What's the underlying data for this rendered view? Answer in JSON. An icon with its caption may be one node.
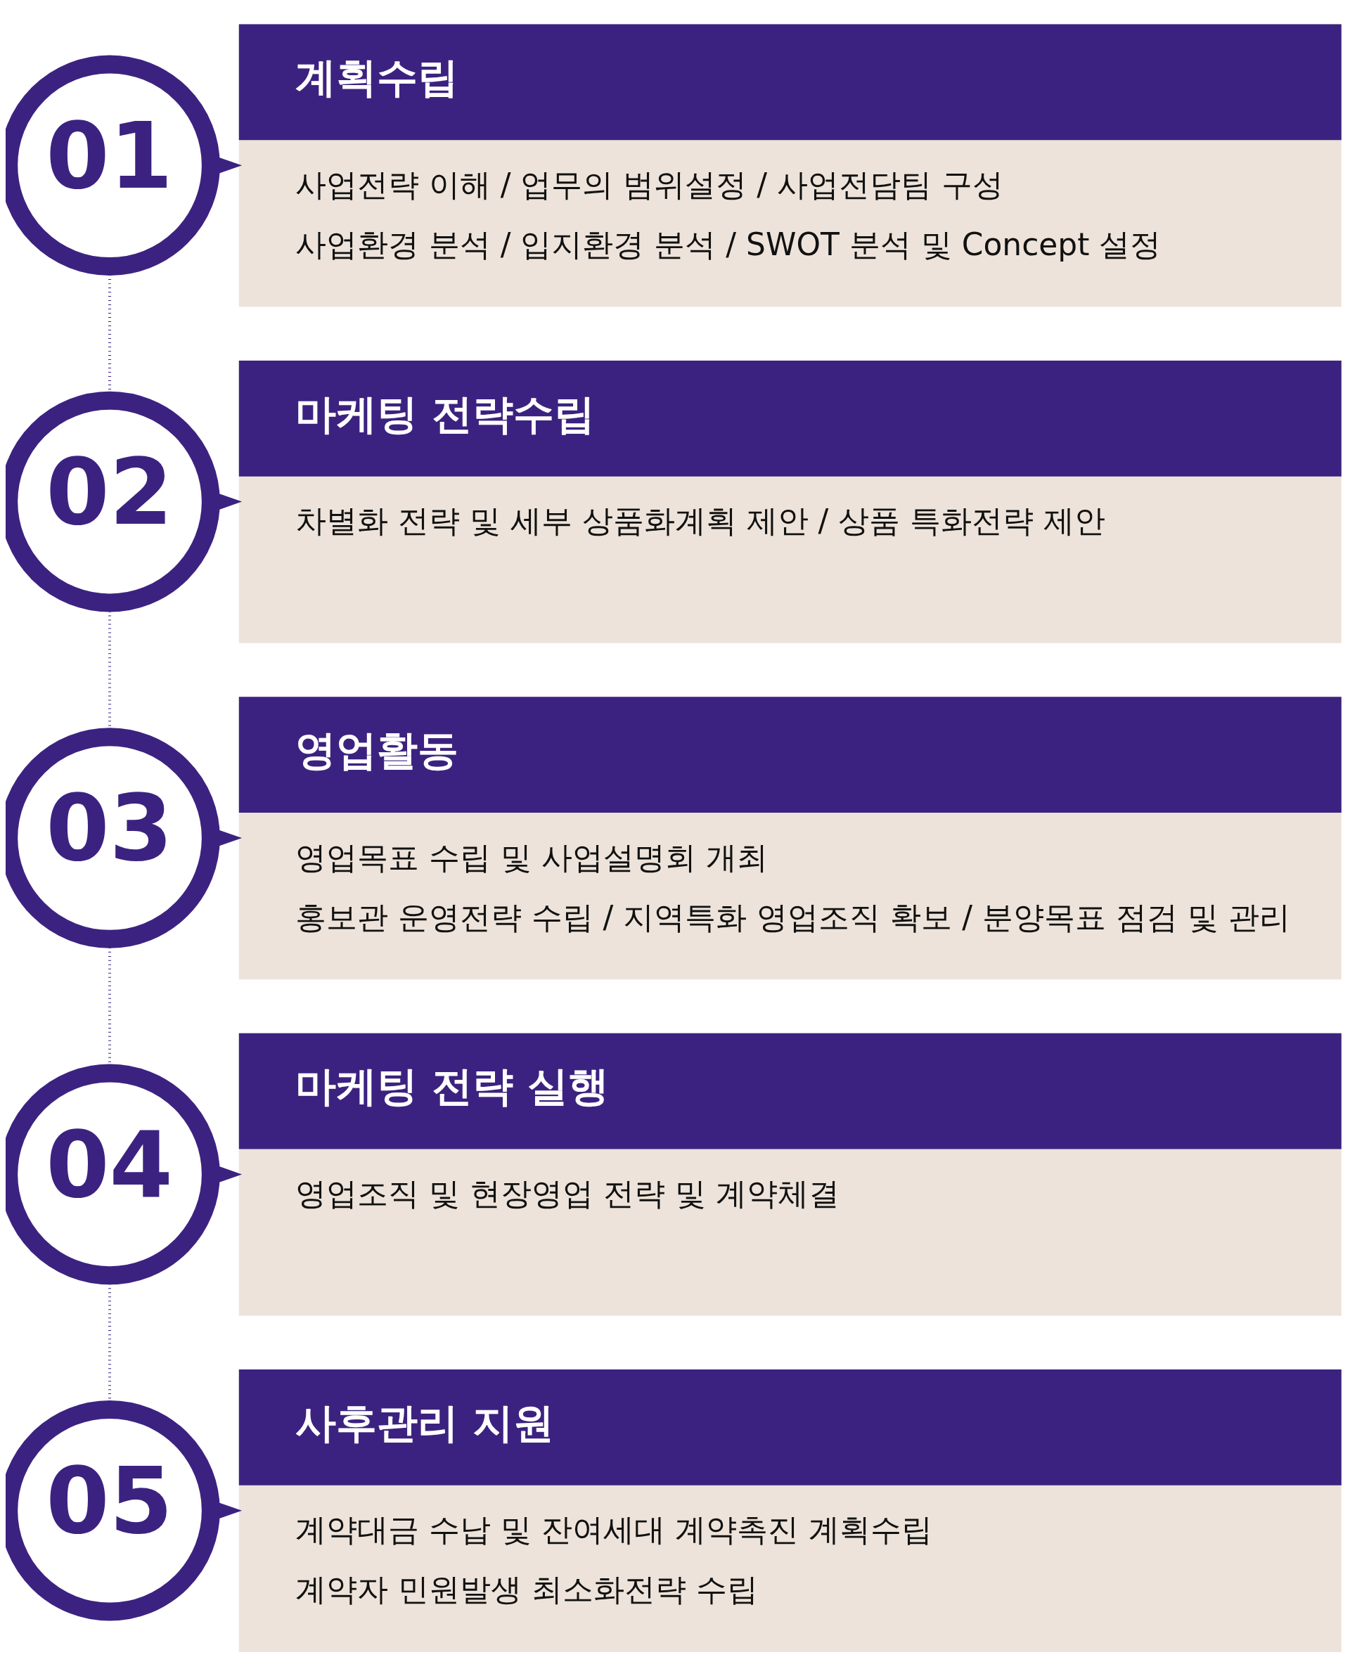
{
  "diagram": {
    "nodes": [
      {
        "text": [
          "01"
        ]
      },
      {
        "text": [
          "계획수립",
          "사업전략 이해 / 업무의 범위설정 / 사업전담팀 구성",
          "사업환경 분석 / 입지환경 분석 / SWOT 분석 및 Concept 설정"
        ]
      },
      {
        "text": [
          "02"
        ]
      },
      {
        "text": [
          "마케팅 전략수립",
          "차별화 전략 및 세부 상품화계획 제안 / 상품 특화전략 제안"
        ]
      },
      {
        "text": [
          "03"
        ]
      },
      {
        "text": [
          "영업활동",
          "영업목표 수립 및 사업설명회 개최",
          "홍보관 운영전략 수립 / 지역특화 영업조직 확보 / 분양목표 점검 및 관리"
        ]
      },
      {
        "text": [
          "04"
        ]
      },
      {
        "text": [
          "마케팅 전략 실행",
          "영업조직 및 현장영업 전략 및 계약체결"
        ]
      },
      {
        "text": [
          "05"
        ]
      },
      {
        "text": [
          "사후관리 지원",
          "계약대금 수납 및 잔여세대 계약촉진 계획수립",
          "계약자 민원발생 최소화전략 수립"
        ]
      }
    ],
    "edges": [
      {
        "from": 0,
        "to": 1,
        "arrow": "to"
      },
      {
        "from": 0,
        "to": 2,
        "arrow": "none",
        "style": "dashed"
      },
      {
        "from": 2,
        "to": 3,
        "arrow": "to"
      },
      {
        "from": 2,
        "to": 4,
        "arrow": "none",
        "style": "dashed"
      },
      {
        "from": 4,
        "to": 5,
        "arrow": "to"
      },
      {
        "from": 4,
        "to": 6,
        "arrow": "none",
        "style": "dashed"
      },
      {
        "from": 6,
        "to": 7,
        "arrow": "to"
      },
      {
        "from": 6,
        "to": 8,
        "arrow": "none",
        "style": "dashed"
      },
      {
        "from": 8,
        "to": 9,
        "arrow": "to"
      }
    ]
  }
}
